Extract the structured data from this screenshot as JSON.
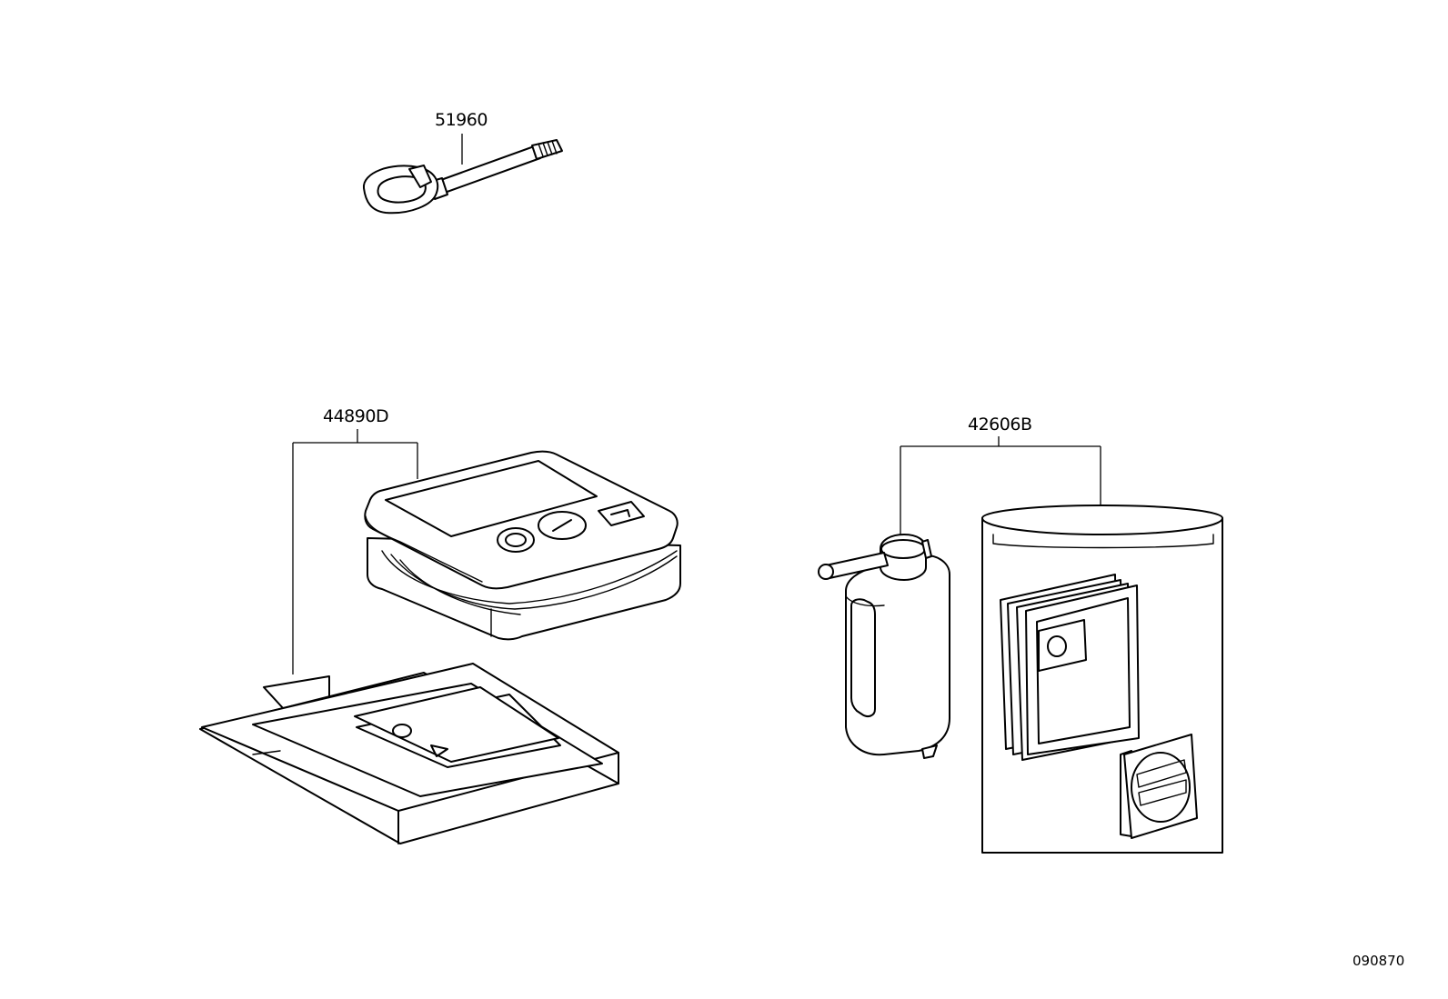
{
  "labels": {
    "tow_hook": "51960",
    "repair_kit": "44890D",
    "sealant_kit": "42606B"
  },
  "reference_code": "090870",
  "icons": {
    "tow_hook": "towing-eye-hook",
    "compressor": "tire-inflator-compressor",
    "manual": "instruction-sheet-pack",
    "bottle": "sealant-bottle",
    "bag": "storage-bag",
    "sticker": "caution-sticker"
  },
  "colors": {
    "line": "#000000",
    "background": "#ffffff"
  }
}
